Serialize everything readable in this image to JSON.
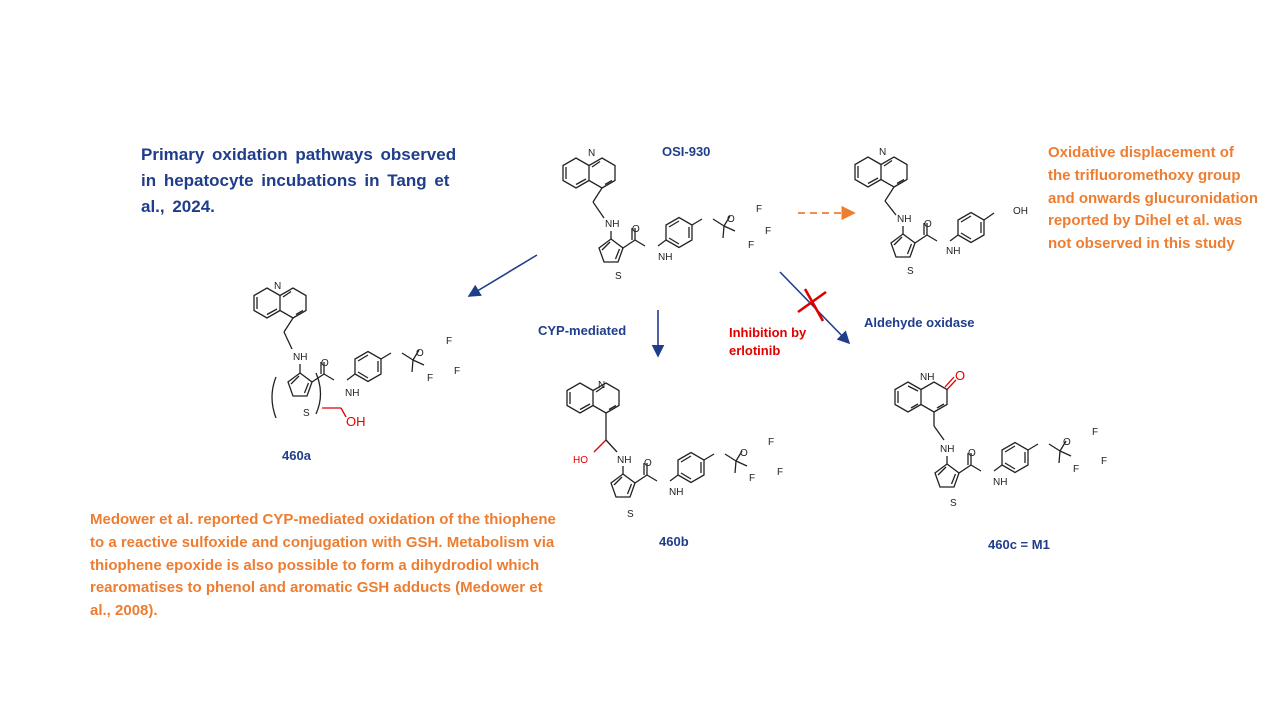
{
  "title": "Primary oxidation pathways observed in hepatocyte incubations in Tang et al., 2024.",
  "note_right": "Oxidative displacement of the trifluoromethoxy group and onwards glucuronidation reported by Dihel et al. was not observed in this study",
  "note_bottom": "Medower et al. reported CYP-mediated oxidation of the thiophene to a reactive sulfoxide and conjugation with GSH. Metabolism via thiophene epoxide is also possible to form a dihydrodiol which rearomatises to phenol and aromatic GSH adducts (Medower et al., 2008).",
  "labels": {
    "parent": "OSI-930",
    "m460a": "460a",
    "m460b": "460b",
    "m460c": "460c = M1",
    "cyp": "CYP-mediated",
    "ao": "Aldehyde oxidase",
    "inhibition": "Inhibition by erlotinib"
  },
  "atoms": {
    "N": "N",
    "NH": "NH",
    "O": "O",
    "F": "F",
    "S": "S",
    "OH": "OH",
    "HO": "HO"
  },
  "colors": {
    "title_blue": "#1f3d8a",
    "orange": "#ed7d31",
    "red": "#e00000",
    "arrow_blue": "#1f3d8a"
  }
}
